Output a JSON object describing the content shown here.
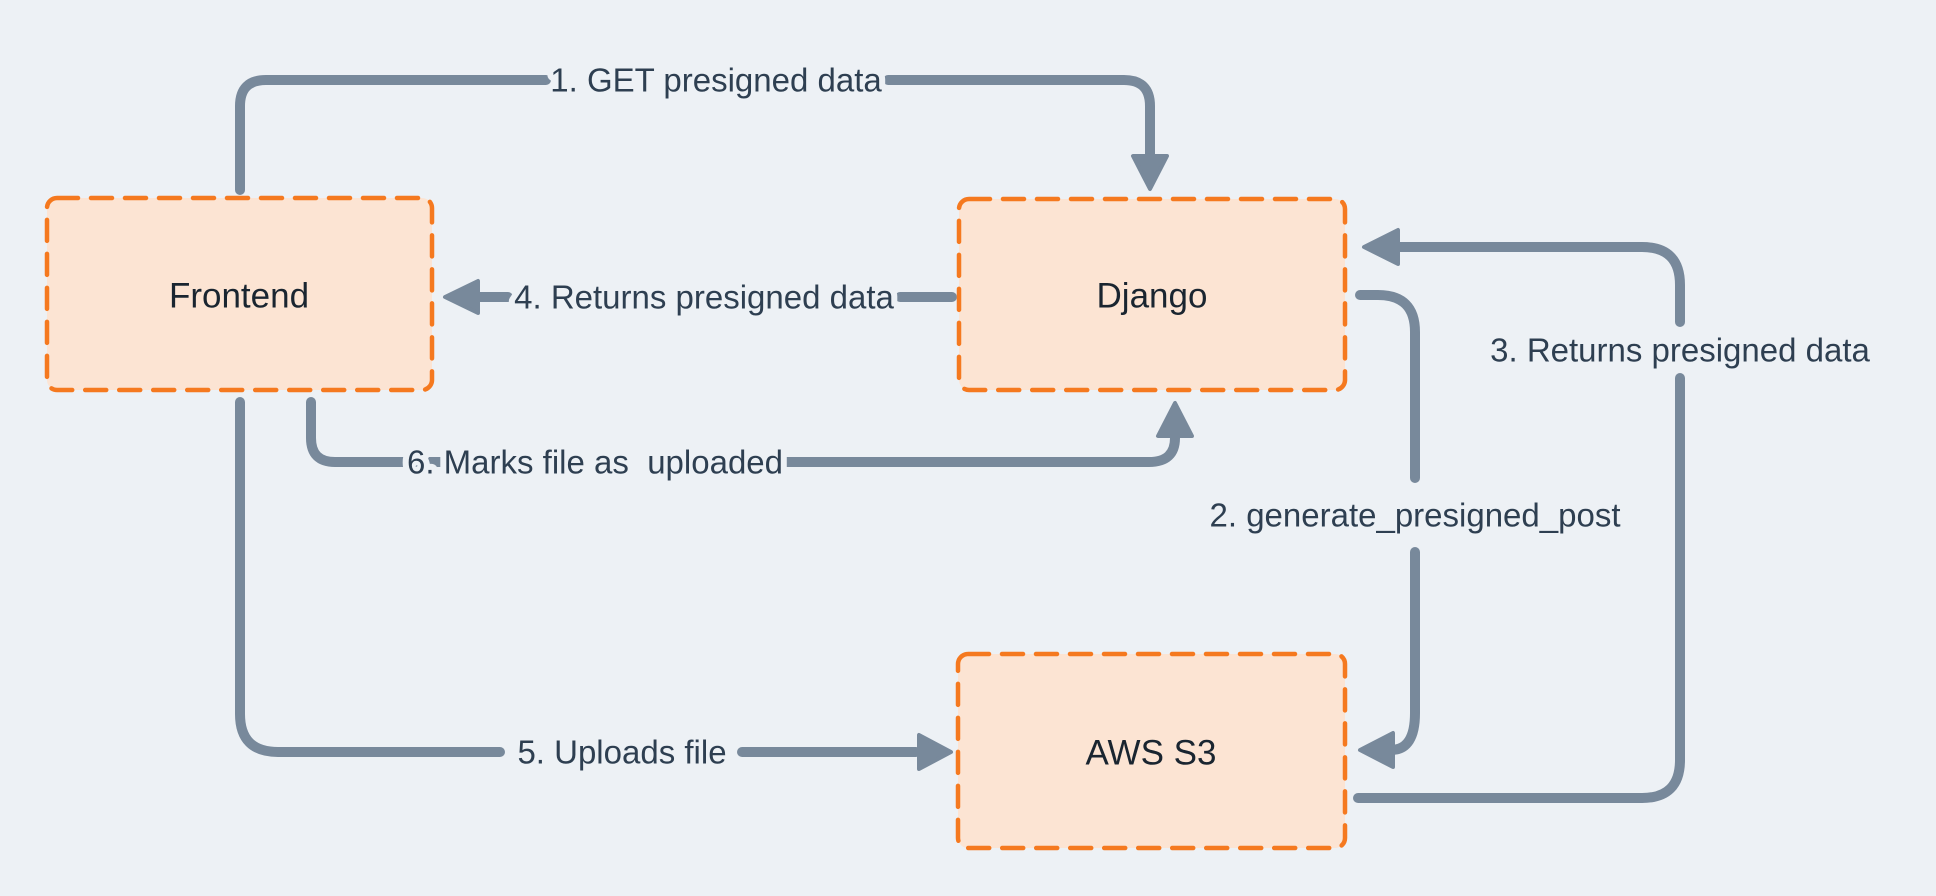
{
  "diagram": {
    "title": "Presigned upload flow: Frontend, Django, AWS S3",
    "nodes": [
      {
        "id": "frontend",
        "label": "Frontend"
      },
      {
        "id": "django",
        "label": "Django"
      },
      {
        "id": "aws-s3",
        "label": "AWS S3"
      }
    ],
    "edges": [
      {
        "step": "1",
        "label": "1. GET presigned data",
        "from": "frontend",
        "to": "django"
      },
      {
        "step": "2",
        "label": "2. generate_presigned_post",
        "from": "django",
        "to": "aws-s3"
      },
      {
        "step": "3",
        "label": "3. Returns presigned data",
        "from": "aws-s3",
        "to": "django"
      },
      {
        "step": "4",
        "label": "4. Returns presigned data",
        "from": "django",
        "to": "frontend"
      },
      {
        "step": "5",
        "label": "5. Uploads file",
        "from": "frontend",
        "to": "aws-s3"
      },
      {
        "step": "6",
        "label": "6. Marks file as  uploaded",
        "from": "frontend",
        "to": "django"
      }
    ]
  },
  "colors": {
    "bg": "#EDF1F5",
    "box-fill": "#FCE4D3",
    "box-border": "#F5791F",
    "arrow": "#78899B",
    "label-text": "#2E3F51",
    "node-text": "#1A2530"
  }
}
